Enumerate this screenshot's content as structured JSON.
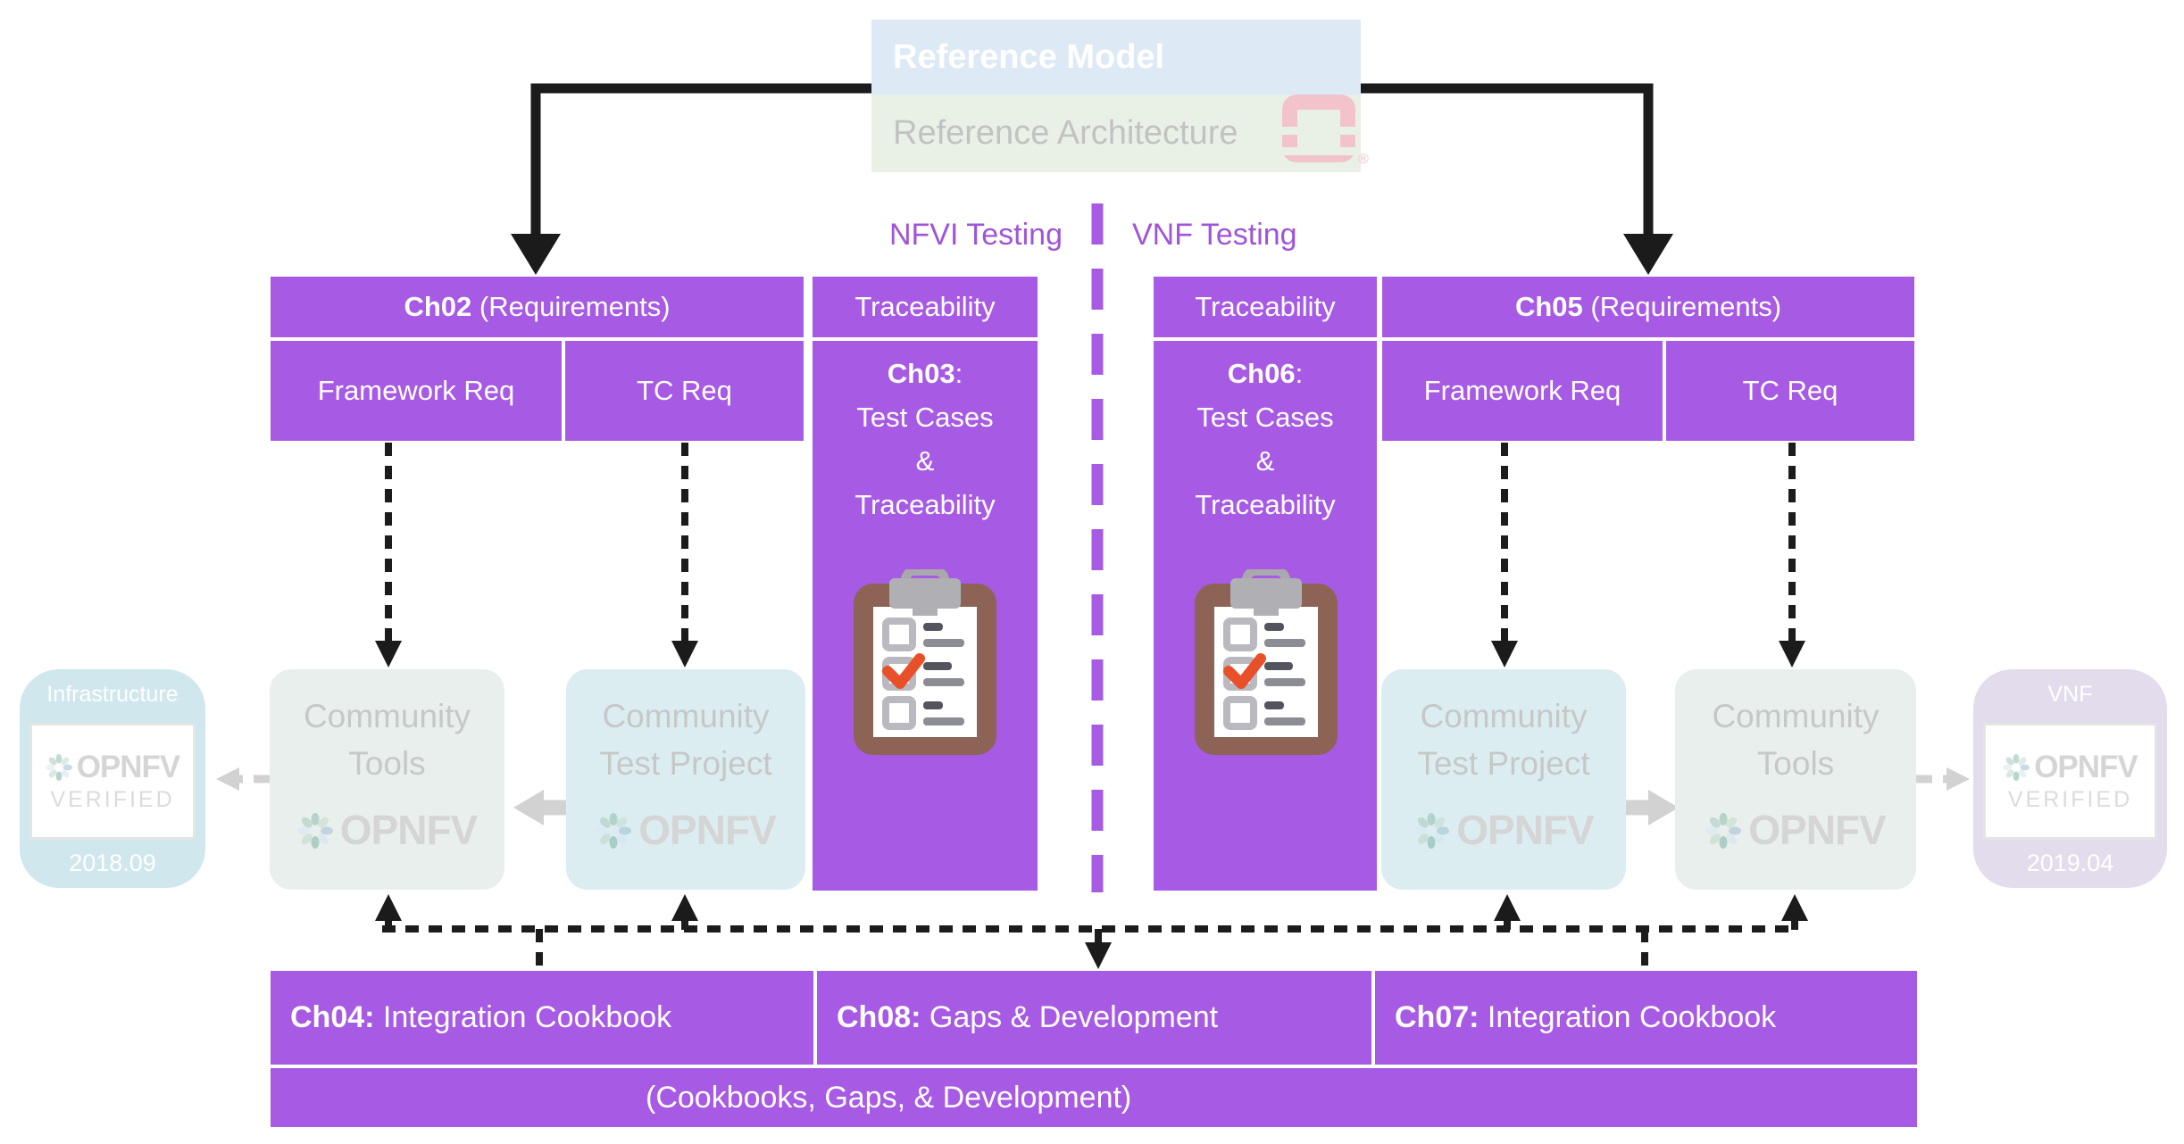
{
  "colors": {
    "purple": "#a75ae4",
    "section_label_purple": "#9f55d8",
    "connector_black": "#1b1b1b",
    "gray_arrow": "#d2d2d2",
    "ref_model_bg": "#dde9f4",
    "ref_arch_bg": "#e9f1e7",
    "community_tools_bg": "#e9efec",
    "community_test_bg": "#dcedf2",
    "badge_infrastructure_bg": "#cfe7ed",
    "badge_vnf_bg": "#e3dcec",
    "openstack_pink": "#f2c3cb",
    "clipboard_brown": "#8d6355",
    "check_orange": "#e8502a"
  },
  "reference": {
    "model": "Reference Model",
    "architecture": "Reference Architecture",
    "registered": "®"
  },
  "labels": {
    "nfvi": "NFVI Testing",
    "vnf": "VNF Testing"
  },
  "nfvi": {
    "requirements": {
      "chapter": "Ch02",
      "suffix": " (Requirements)",
      "framework": "Framework Req",
      "tc": "TC Req"
    },
    "trace": {
      "header": "Traceability",
      "chapter": "Ch03",
      "colon": ":",
      "line2": "Test Cases",
      "line3": "&",
      "line4": "Traceability"
    }
  },
  "vnf": {
    "requirements": {
      "chapter": "Ch05",
      "suffix": " (Requirements)",
      "framework": "Framework Req",
      "tc": "TC Req"
    },
    "trace": {
      "header": "Traceability",
      "chapter": "Ch06",
      "colon": ":",
      "line2": "Test Cases",
      "line3": "&",
      "line4": "Traceability"
    }
  },
  "community": {
    "tools_line1": "Community",
    "tools_line2": "Tools",
    "test_line1": "Community",
    "test_line2": "Test Project",
    "logo": "OPNFV"
  },
  "badges": {
    "infrastructure": {
      "top": "Infrastructure",
      "logo": "OPNFV",
      "verified": "VERIFIED",
      "date": "2018.09"
    },
    "vnf": {
      "top": "VNF",
      "logo": "OPNFV",
      "verified": "VERIFIED",
      "date": "2019.04"
    }
  },
  "bottom": {
    "cells": [
      {
        "chapter": "Ch04:",
        "suffix": " Integration Cookbook"
      },
      {
        "chapter": "Ch08:",
        "suffix": " Gaps & Development"
      },
      {
        "chapter": "Ch07:",
        "suffix": " Integration Cookbook"
      }
    ],
    "footer": "(Cookbooks, Gaps, & Development)"
  },
  "icons": {
    "openstack": "openstack-logo",
    "opnfv_flower": "opnfv-flower-icon",
    "clipboard": "checklist-clipboard-icon"
  }
}
